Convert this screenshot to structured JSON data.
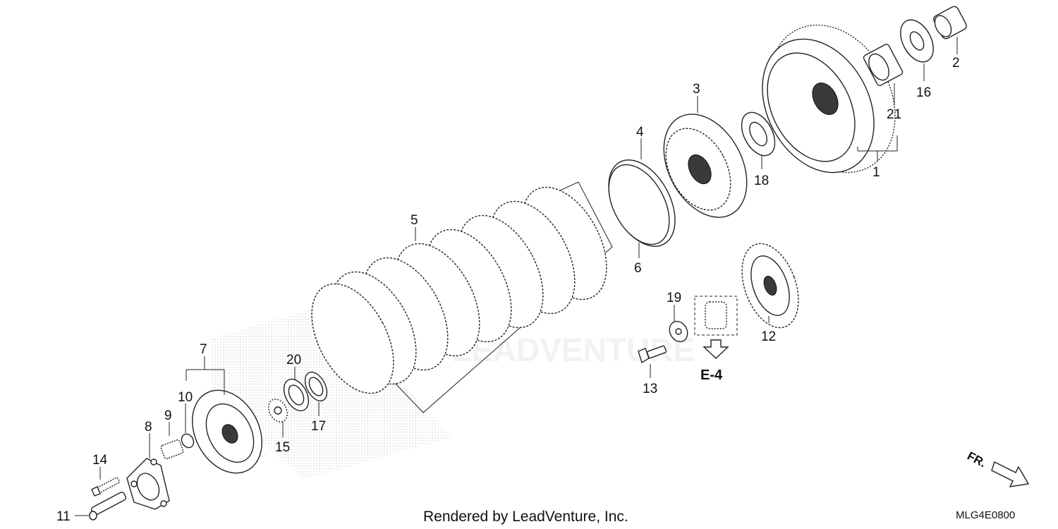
{
  "diagram": {
    "part_labels": [
      "1",
      "2",
      "3",
      "4",
      "5",
      "6",
      "7",
      "8",
      "9",
      "10",
      "11",
      "12",
      "13",
      "14",
      "15",
      "16",
      "17",
      "18",
      "19",
      "20",
      "21"
    ],
    "reference_marker": "E-4",
    "direction_marker": "FR.",
    "credit": "Rendered by LeadVenture, Inc.",
    "diagram_code": "MLG4E0800",
    "watermark": "LEADVENTURE"
  }
}
